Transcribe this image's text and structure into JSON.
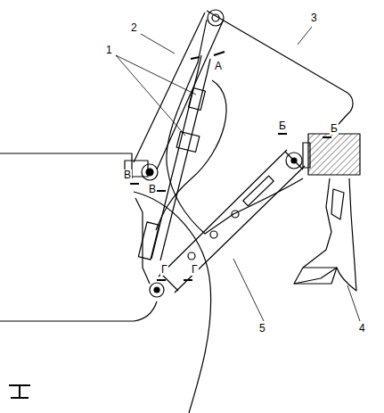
{
  "diagram": {
    "labels": [
      "1",
      "2",
      "3",
      "А",
      "В",
      "Б",
      "В",
      "Б",
      "Г",
      "Г",
      "5",
      "4"
    ]
  }
}
